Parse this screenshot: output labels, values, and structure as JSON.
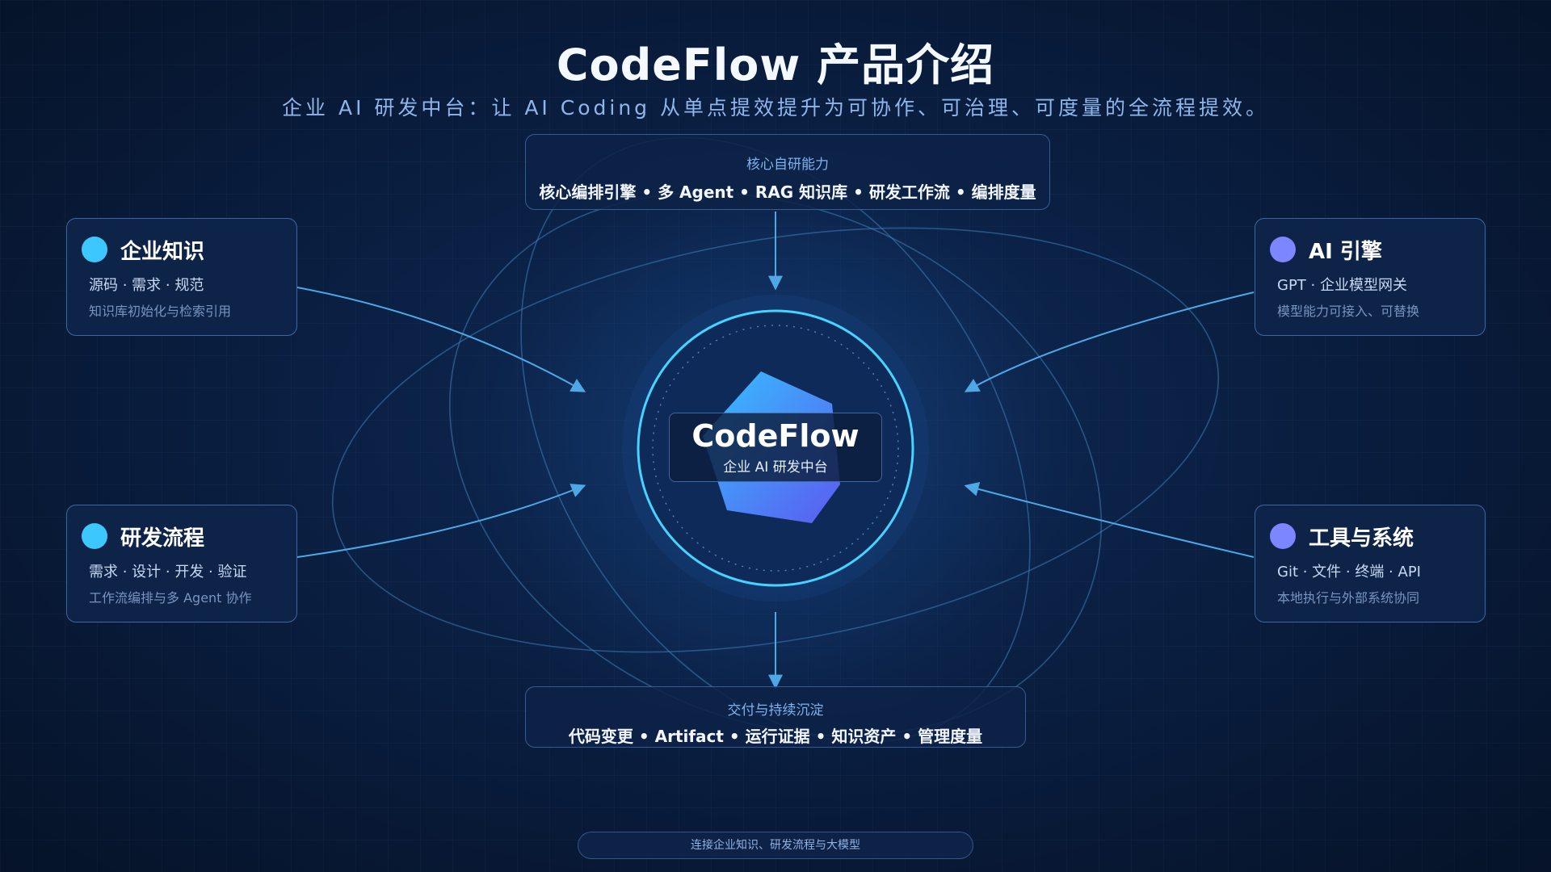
{
  "title": "CodeFlow 产品介绍",
  "subtitle": "企业 AI 研发中台：让 AI Coding 从单点提效提升为可协作、可治理、可度量的全流程提效。",
  "top_panel": {
    "caption": "核心自研能力",
    "items": "核心编排引擎 • 多 Agent • RAG 知识库 • 研发工作流 • 编排度量"
  },
  "bottom_panel": {
    "caption": "交付与持续沉淀",
    "items": "代码变更 • Artifact • 运行证据 • 知识资产 • 管理度量"
  },
  "core": {
    "name": "CodeFlow",
    "tagline": "企业 AI 研发中台"
  },
  "cards": {
    "knowledge": {
      "title": "企业知识",
      "line1": "源码 · 需求 · 规范",
      "line2": "知识库初始化与检索引用",
      "dot_color": "#3dc7ff"
    },
    "workflow": {
      "title": "研发流程",
      "line1": "需求 · 设计 · 开发 · 验证",
      "line2": "工作流编排与多 Agent 协作",
      "dot_color": "#3dc7ff"
    },
    "ai_engine": {
      "title": "AI 引擎",
      "line1": "GPT · 企业模型网关",
      "line2": "模型能力可接入、可替换",
      "dot_color": "#7b86ff"
    },
    "tools": {
      "title": "工具与系统",
      "line1": "Git · 文件 · 终端 · API",
      "line2": "本地执行与外部系统协同",
      "dot_color": "#7b86ff"
    }
  },
  "footer": "连接企业知识、研发流程与大模型",
  "colors": {
    "accent_cyan": "#3dc7ff",
    "accent_violet": "#7b86ff",
    "ring": "#45d4ff",
    "background": "#081a38"
  }
}
